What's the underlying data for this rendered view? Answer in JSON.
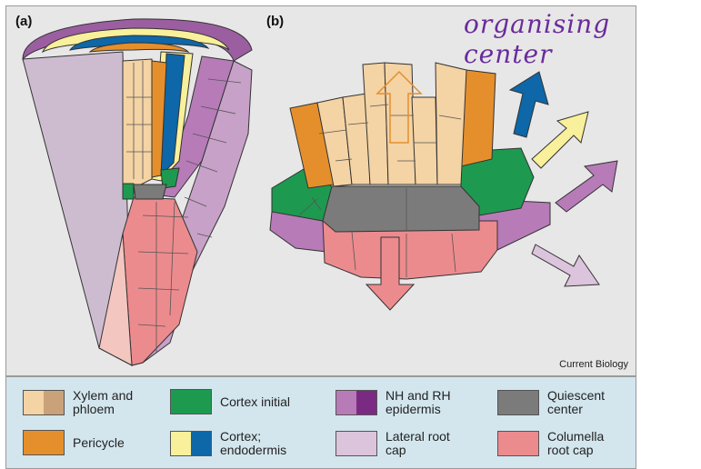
{
  "figure": {
    "panel_a_label": "(a)",
    "panel_b_label": "(b)",
    "credit": "Current Biology",
    "handwritten_note": "organising center"
  },
  "legend": {
    "items": [
      {
        "label": "Xylem and\nphloem",
        "colors": [
          "#f4d3a4",
          "#c9a27a"
        ]
      },
      {
        "label": "Cortex initial",
        "colors": [
          "#1d9a50"
        ]
      },
      {
        "label": "NH and RH\nepidermis",
        "colors": [
          "#b77bb8",
          "#7b2a83"
        ]
      },
      {
        "label": "Quiescent\ncenter",
        "colors": [
          "#7b7b7b"
        ]
      },
      {
        "label": "Pericycle",
        "colors": [
          "#e58f2c"
        ]
      },
      {
        "label": "Cortex;\nendodermis",
        "colors": [
          "#f8f09a",
          "#0d67a8"
        ]
      },
      {
        "label": "Lateral root\ncap",
        "colors": [
          "#dcc4dc"
        ]
      },
      {
        "label": "Columella\nroot cap",
        "colors": [
          "#ec8b8e"
        ]
      }
    ]
  }
}
